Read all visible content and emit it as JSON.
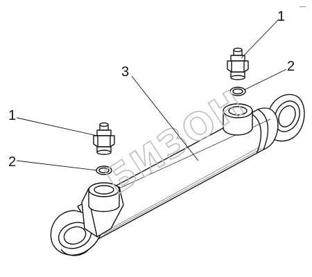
{
  "corner_mark": "—",
  "watermark": "БИЗОН",
  "callouts": [
    {
      "id": "fitting-right",
      "label": "1"
    },
    {
      "id": "fitting-left",
      "label": "1"
    },
    {
      "id": "seal-right",
      "label": "2"
    },
    {
      "id": "seal-left",
      "label": "2"
    },
    {
      "id": "cylinder",
      "label": "3"
    }
  ],
  "colors": {
    "line": "#111111",
    "watermark": "#bdbdbd"
  }
}
